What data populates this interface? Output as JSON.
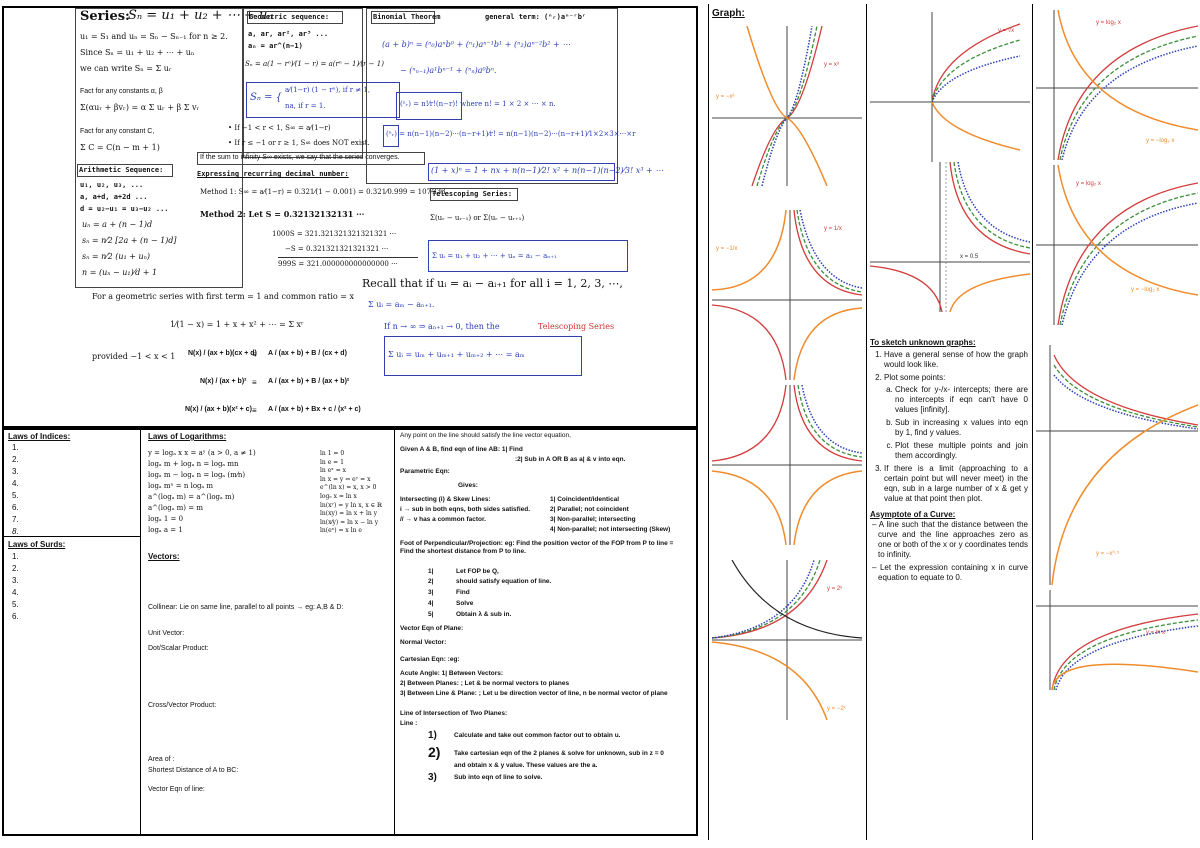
{
  "series": {
    "title": "Series:",
    "formula_main": "Sₙ = u₁ + u₂ + ⋯ + uₙ",
    "line1": "u₁ = S₁ and uₙ = Sₙ − Sₙ₋₁ for n ≥ 2.",
    "line2": "Since Sₙ = u₁ + u₂ + ⋯ + uₙ",
    "line3": "we can write Sₙ = Σ uᵣ",
    "fact1": "Fact for any constants α, β",
    "fact1_eq": "Σ(αuᵣ + βvᵣ) = α Σ uᵣ + β Σ vᵣ",
    "fact2": "Fact for any constant C,",
    "fact2_eq": "Σ C = C(n − m + 1)"
  },
  "arith": {
    "title": "Arithmetic Sequence:",
    "l1": "u₁, u₂, u₃, ...",
    "l2": "a, a+d, a+2d ...",
    "l3": "d = u₂−u₁ = u₃−u₂ ...",
    "e1": "uₙ = a + (n − 1)d",
    "e2": "sₙ = n⁄2 [2a + (n − 1)d]",
    "e3": "sₙ = n⁄2 (u₁ + uₙ)",
    "e4": "n = (uₙ − u₁)⁄d + 1"
  },
  "geo": {
    "title": "Geometric sequence:",
    "l1": "a, ar, ar², ar³ ...",
    "l2": "aₙ = ar^(n−1)",
    "sn": "Sₙ = a(1 − rⁿ)⁄(1 − r) = a(rⁿ − 1)⁄(r − 1)",
    "case1": "a⁄(1−r) (1 − rⁿ),   if r ≠ 1,",
    "case2": "na,   if r = 1.",
    "b1": "• If −1 < r < 1, S∞ = a⁄(1−r)",
    "b2": "• If r ≤ −1 or r ≥ 1, S∞ does NOT exist.",
    "conv": "If the sum to infinity S∞ exists, we say that the series converges."
  },
  "recur": {
    "title": "Expressing recurring decimal number:",
    "m1": "Method 1: S∞ = a⁄(1−r) = 0.321⁄(1 − 0.001) = 0.321⁄0.999 = 107⁄333",
    "m2": "Method 2: Let S = 0.32132132131 ···",
    "r1": "1000S = 321.321321321321321 ···",
    "r2": "−S = 0.321321321321321 ···",
    "r3": "999S = 321.000000000000000 ···"
  },
  "binom": {
    "title": "Binomial Theorem",
    "gen": "general term: (ⁿᵣ)aⁿ⁻ʳbʳ",
    "e1": "(a + b)ⁿ = (ⁿ₀)aⁿb⁰ + (ⁿ₁)aⁿ⁻¹b¹ + (ⁿ₂)aⁿ⁻²b² + ⋯",
    "e2": "− (ⁿₙ₋₁)a¹bⁿ⁻¹ + (ⁿₙ)a⁰bⁿ.",
    "e3": "(ⁿᵣ) = n!⁄r!(n−r)!   where n! = 1 × 2 × ⋯ × n.",
    "e4": "(ⁿᵣ) = n(n−1)(n−2)···(n−r+1)⁄r! = n(n−1)(n−2)···(n−r+1)⁄1×2×3×···×r",
    "e5": "(1 + x)ⁿ = 1 + nx + n(n−1)⁄2! x² + n(n−1)(n−2)⁄3! x³ + ⋯"
  },
  "tele": {
    "title": "Telescoping Series:",
    "e1": "Σ(uᵣ − uᵣ₋₁)  or  Σ(uᵣ − uᵣ₊₁)",
    "e2": "Σ uᵢ = u₁ + u₂ + ⋯ + uₙ = a₁ − aₙ₊₁",
    "recall": "Recall that if uᵢ = aᵢ − aᵢ₊₁ for all i = 1, 2, 3, ⋯,",
    "b1": "Σ uᵢ = aₘ − aₙ₊₁.",
    "b2a": "If n → ∞ ⇒ aₙ₊₁ → 0, then the",
    "b2b": "Telescoping Series",
    "b3": "Σ uᵢ = uₘ + uₘ₊₁ + uₘ₊₂ + ⋯ = aₘ"
  },
  "geom_series": {
    "text": "For a geometric series with first term = 1 and common ratio = x",
    "eq": "1⁄(1 − x) = 1 + x + x² + ⋯ = Σ xʳ",
    "prov": "provided −1 < x < 1"
  },
  "partial": {
    "p1l": "N(x) / (ax + b)(cx + d)",
    "p1r": "A / (ax + b)  +  B / (cx + d)",
    "p2l": "N(x) / (ax + b)²",
    "p2r": "A / (ax + b)  +  B / (ax + b)²",
    "p3l": "N(x) / (ax + b)(x² + c)",
    "p3r": "A / (ax + b)  +  Bx + c / (x² + c)",
    "eqv": "≡"
  },
  "indices": {
    "title": "Laws of Indices:",
    "items": [
      "1.",
      "2.",
      "3.",
      "4.",
      "5.",
      "6.",
      "7.",
      "8."
    ]
  },
  "surds": {
    "title": "Laws of Surds:",
    "items": [
      "1.",
      "2.",
      "3.",
      "4.",
      "5.",
      "6."
    ]
  },
  "logs": {
    "title": "Laws of Logarithms:",
    "l1": "y = logₐ x        x = aʸ   (a > 0, a ≠ 1)",
    "l2": "logₐ m + logₐ n = logₐ mn",
    "l3": "logₐ m − logₐ n = logₐ (m⁄n)",
    "l4": "logₐ mⁿ = n logₐ m",
    "l5": "a^(logₐ m) = a^(logₐ m)",
    "l6": "a^(logₐ m) = m",
    "l7": "logₐ 1 = 0",
    "l8": "logₐ a = 1",
    "r1": "ln 1 = 0",
    "r2": "ln e = 1",
    "r3": "ln eˣ = x",
    "r4": "ln x = y ⇔ eʸ = x",
    "r5": "e^(ln x) = x, x > 0",
    "r6": "logₑ x = ln x",
    "r7": "ln(xʸ) = y ln x, x ∈ ℝ",
    "r8": "ln(xy) = ln x + ln y",
    "r9": "ln(x⁄y) = ln x − ln y",
    "r10": "ln(eˣ) = x ln e"
  },
  "vectors": {
    "title": "Vectors:",
    "collinear": "Collinear: Lie on same line, parallel to all points → eg: A,B & D:",
    "unit": "Unit Vector:",
    "dot": "Dot/Scalar Product:",
    "cross": "Cross/Vector Product:",
    "area": "Area of :",
    "shortest": "Shortest Distance of A to BC:",
    "eqn": "Vector Eqn of line:"
  },
  "lines": {
    "l1": "Any point on the line should satisfy the line vector equation,",
    "l2": "Given A & B, find eqn of line AB:  1| Find",
    "l3": ":2| Sub in A OR B as a| & v into eqn.",
    "l4": "Parametric Eqn:",
    "l5": "Gives:",
    "l6": "Intersecting (i) & Skew Lines:",
    "l6r": "1| Coincident/identical",
    "l7": "i  → sub in both eqns, both sides satisfied.",
    "l7r": "2| Parallel; not coincident",
    "l8": "// → v has a common factor.",
    "l8r": "3| Non-parallel; intersecting",
    "l9r": "4| Non-parallel; not intersecting (Skew)",
    "l10": "Foot of Perpendicular/Projection: eg: Find the position vector of the FOP from P to line = Find the shortest distance from P to line.",
    "s1": "Let FOP be Q,",
    "s2": "should satisfy equation of line.",
    "s3": "Find",
    "s4": "Solve",
    "s5": "Obtain λ & sub in.",
    "n1": "1|",
    "n2": "2|",
    "n3": "3|",
    "n4": "4|",
    "n5": "5|",
    "plane": "Vector Eqn of Plane:",
    "normal": "Normal Vector:",
    "cart": "Cartesian Eqn:  :eg:",
    "acute": "Acute Angle: 1| Between Vectors:",
    "acute2": "2| Between Planes: ; Let  &  be normal vectors to planes",
    "acute3": "3| Between Line & Plane: ; Let u be direction vector of line, n be normal vector of plane",
    "inter": "Line of Intersection of Two Planes:",
    "line": "Line :",
    "k1": "1)",
    "k2": "2)",
    "k3": "3)",
    "k1t": "Calculate and take out common factor out to obtain u.",
    "k2t": "Take cartesian eqn of the 2 planes & solve for unknown, sub in z = 0",
    "k2t2": "and obtain x & y value. These values are the a.",
    "k3t": "Sub into eqn of line to solve."
  },
  "graph": {
    "title": "Graph:",
    "sketch_title": "To sketch unknown graphs:",
    "s1": "Have a general sense of how the graph would look like.",
    "s2": "Plot some points:",
    "s2a": "Check for y-/x- intercepts; there are no intercepts if eqn can't have 0 values [infinity].",
    "s2b": "Sub in increasing x values into eqn by 1, find y values.",
    "s2c": "Plot these multiple points and join them accordingly.",
    "s3": "If there is a limit (approaching to a certain point but will never meet) in the eqn, sub in a large number of x & get y value at that point then plot.",
    "asym_title": "Asymptote of a Curve:",
    "a1": "A line such that the distance between the curve and the line approaches zero as one or both of the x or y coordinates tends to infinity.",
    "a2": "Let the expression containing x in curve equation to equate to 0.",
    "lbl_yx3": "y = x³",
    "lbl_ymx3": "y = −x³",
    "lbl_y1x": "y = 1/x",
    "lbl_ym1x": "y = −1/x",
    "lbl_logx": "y = log₂ x",
    "lbl_mlogx": "y = −log₂ x",
    "lbl_lnx": "y = ln x",
    "lbl_ex": "y = 2ˣ",
    "lbl_emx": "y = −2ˣ",
    "lbl_sqrt": "y = √x",
    "lbl_x05": "x = 0.5",
    "lbl_yx05": "y = −x⁰·⁵"
  },
  "colors": {
    "red": "#d23c3c",
    "green": "#3a8f3a",
    "blue": "#2b3fb8",
    "orange": "#f08c2c",
    "navy": "#1f2a8a"
  }
}
